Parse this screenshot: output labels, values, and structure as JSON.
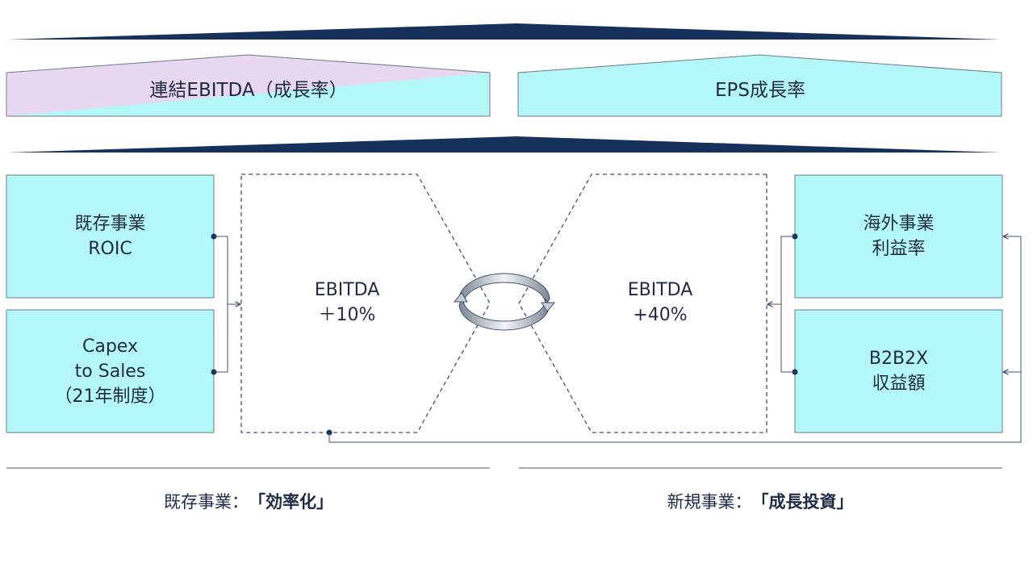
{
  "colors": {
    "box_fill": "#b3f7f8",
    "box_fill_accent": "#e8d7f0",
    "header_band": "#16325c",
    "line": "#3f5270",
    "text": "#1f2a44"
  },
  "top_boxes": {
    "left": "連結EBITDA（成長率）",
    "right": "EPS成長率"
  },
  "left_boxes": {
    "top": "既存事業\nROIC",
    "bottom": "Capex\nto Sales\n（21年制度）"
  },
  "right_boxes": {
    "top": "海外事業\n利益率",
    "bottom": "B2B2X\n収益額"
  },
  "center": {
    "left": "EBITDA\n＋10%",
    "right": "EBITDA\n+40%",
    "cycle_icon": "circular-arrows-icon"
  },
  "footer": {
    "left_prefix": "既存事業：",
    "left_emphasis": "「効率化」",
    "right_prefix": "新規事業：",
    "right_emphasis": "「成長投資」"
  }
}
